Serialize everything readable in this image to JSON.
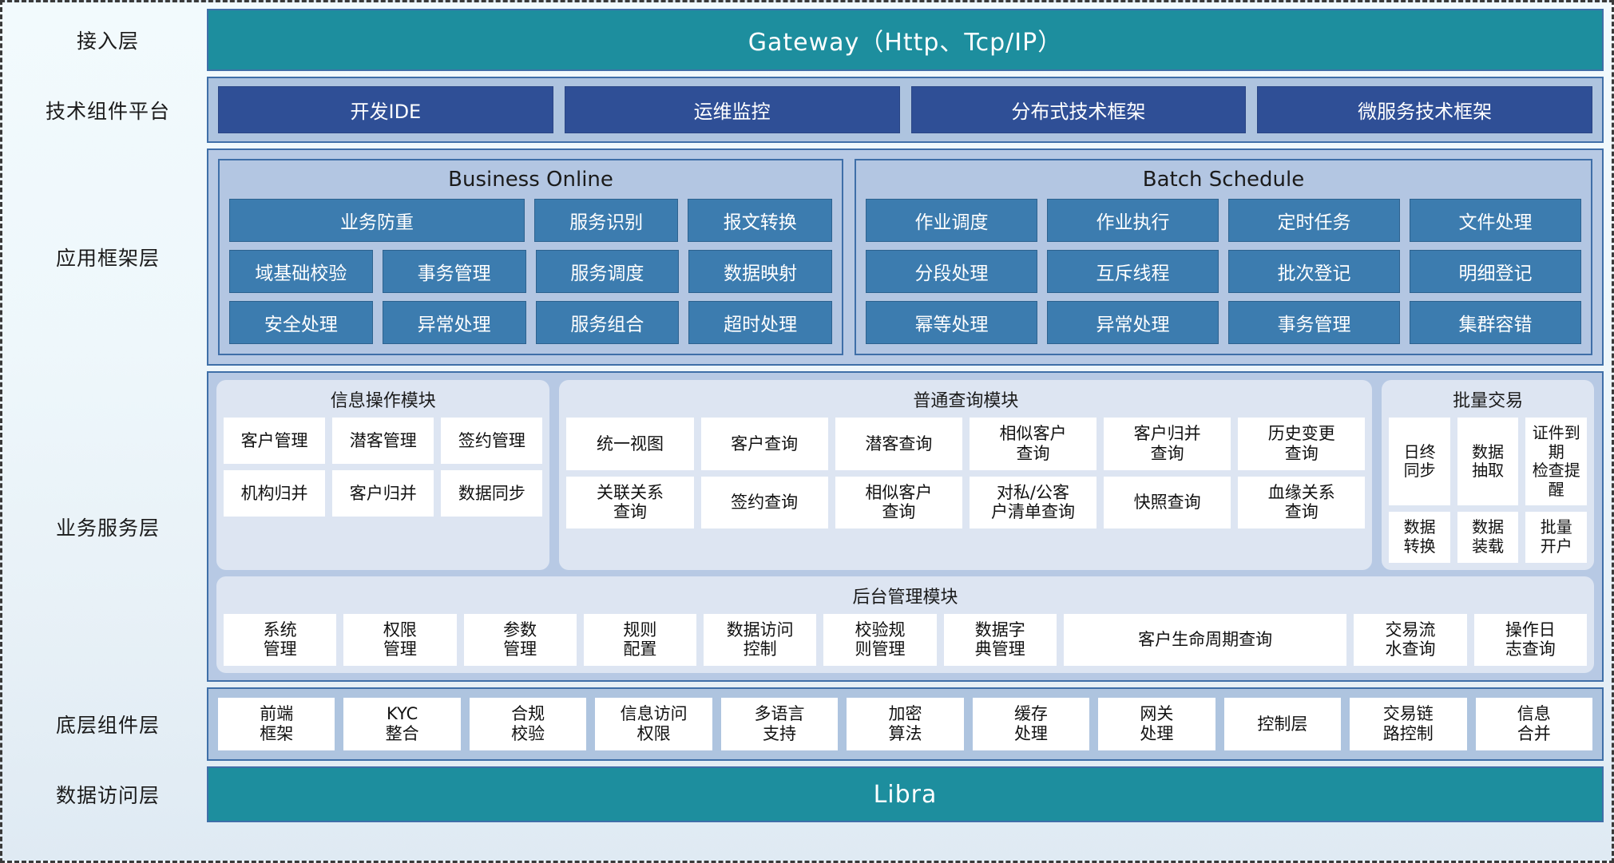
{
  "layers": {
    "access": {
      "label": "接入层",
      "bar": "Gateway（Http、Tcp/IP）"
    },
    "tech": {
      "label": "技术组件平台",
      "chips": [
        "开发IDE",
        "运维监控",
        "分布式技术框架",
        "微服务技术框架"
      ]
    },
    "app": {
      "label": "应用框架层",
      "online": {
        "title": "Business Online",
        "rows": [
          [
            "业务防重",
            "服务识别",
            "报文转换"
          ],
          [
            "域基础校验",
            "事务管理",
            "服务调度",
            "数据映射"
          ],
          [
            "安全处理",
            "异常处理",
            "服务组合",
            "超时处理"
          ]
        ]
      },
      "batch": {
        "title": "Batch Schedule",
        "rows": [
          [
            "作业调度",
            "作业执行",
            "定时任务",
            "文件处理"
          ],
          [
            "分段处理",
            "互斥线程",
            "批次登记",
            "明细登记"
          ],
          [
            "幂等处理",
            "异常处理",
            "事务管理",
            "集群容错"
          ]
        ]
      }
    },
    "business": {
      "label": "业务服务层",
      "info_module": {
        "title": "信息操作模块",
        "rows": [
          [
            "客户管理",
            "潜客管理",
            "签约管理"
          ],
          [
            "机构归并",
            "客户归并",
            "数据同步"
          ]
        ]
      },
      "query_module": {
        "title": "普通查询模块",
        "rows": [
          [
            "统一视图",
            "客户查询",
            "潜客查询",
            "相似客户\n查询",
            "客户归并\n查询",
            "历史变更\n查询"
          ],
          [
            "关联关系\n查询",
            "签约查询",
            "相似客户\n查询",
            "对私/公客\n户清单查询",
            "快照查询",
            "血缘关系\n查询"
          ]
        ]
      },
      "batch_module": {
        "title": "批量交易",
        "rows": [
          [
            "日终\n同步",
            "数据\n抽取",
            "证件到期\n检查提醒"
          ],
          [
            "数据\n转换",
            "数据\n装载",
            "批量\n开户"
          ]
        ]
      },
      "backoffice_module": {
        "title": "后台管理模块",
        "rows": [
          [
            "系统\n管理",
            "权限\n管理",
            "参数\n管理",
            "规则\n配置",
            "数据访问\n控制",
            "校验规\n则管理",
            "数据字\n典管理",
            "客户生命周期查询",
            "交易流\n水查询",
            "操作日\n志查询"
          ]
        ]
      }
    },
    "bottom": {
      "label": "底层组件层",
      "cells": [
        "前端\n框架",
        "KYC\n整合",
        "合规\n校验",
        "信息访问\n权限",
        "多语言\n支持",
        "加密\n算法",
        "缓存\n处理",
        "网关\n处理",
        "控制层",
        "交易链\n路控制",
        "信息\n合并"
      ]
    },
    "data_access": {
      "label": "数据访问层",
      "bar": "Libra"
    }
  },
  "colors": {
    "teal": "#1d8e9e",
    "navy_chip": "#2f4f96",
    "blue_chip": "#3c7caf",
    "panel_blue": "#b7c9e4",
    "module_panel": "#dde5f2",
    "border": "#3f6fa8"
  }
}
